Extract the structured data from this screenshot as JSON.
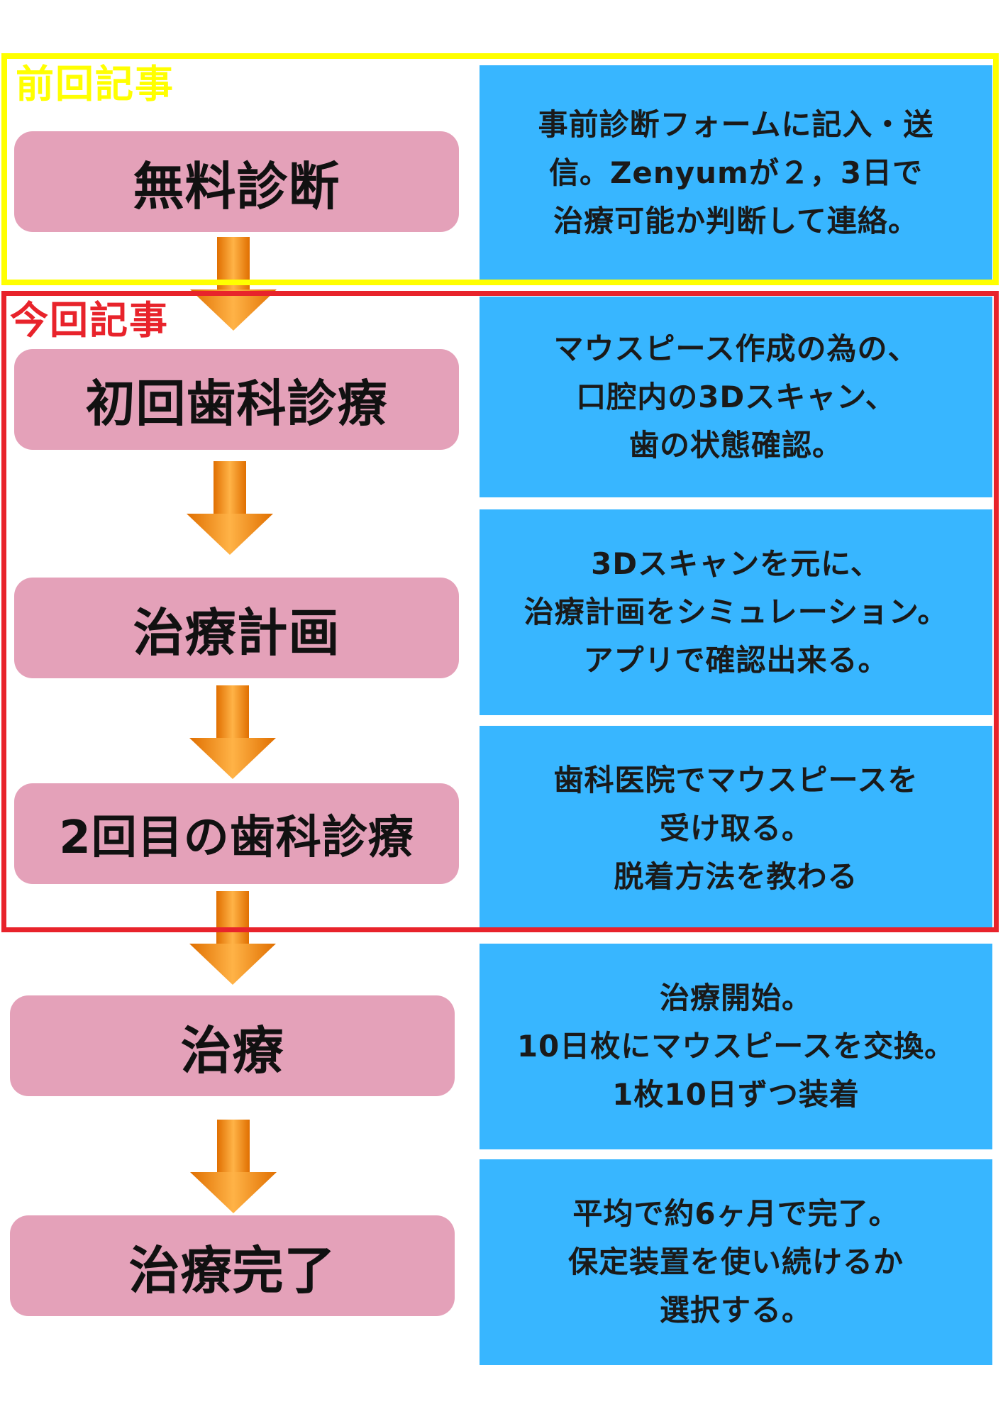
{
  "frames": {
    "previous": {
      "label": "前回記事",
      "color": "#ffff00"
    },
    "current": {
      "label": "今回記事",
      "color": "#e8232b"
    }
  },
  "colors": {
    "step_fill": "#e4a1b9",
    "desc_fill": "#38b6ff",
    "arrow": "#ff8c00"
  },
  "steps": [
    {
      "title": "無料診断",
      "description": [
        "事前診断フォームに記入・送",
        "信。Zenyumが２，3日で",
        "治療可能か判断して連絡。"
      ]
    },
    {
      "title": "初回歯科診療",
      "description": [
        "マウスピース作成の為の、",
        "口腔内の3Dスキャン、",
        "歯の状態確認。"
      ]
    },
    {
      "title": "治療計画",
      "description": [
        "3Dスキャンを元に、",
        "治療計画をシミュレーション。",
        "アプリで確認出来る。"
      ]
    },
    {
      "title": "2回目の歯科診療",
      "description": [
        "歯科医院でマウスピースを",
        "受け取る。",
        "脱着方法を教わる"
      ]
    },
    {
      "title": "治療",
      "description": [
        "治療開始。",
        "10日枚にマウスピースを交換。",
        "1枚10日ずつ装着"
      ]
    },
    {
      "title": "治療完了",
      "description": [
        "平均で約6ヶ月で完了。",
        "保定装置を使い続けるか",
        "選択する。"
      ]
    }
  ]
}
